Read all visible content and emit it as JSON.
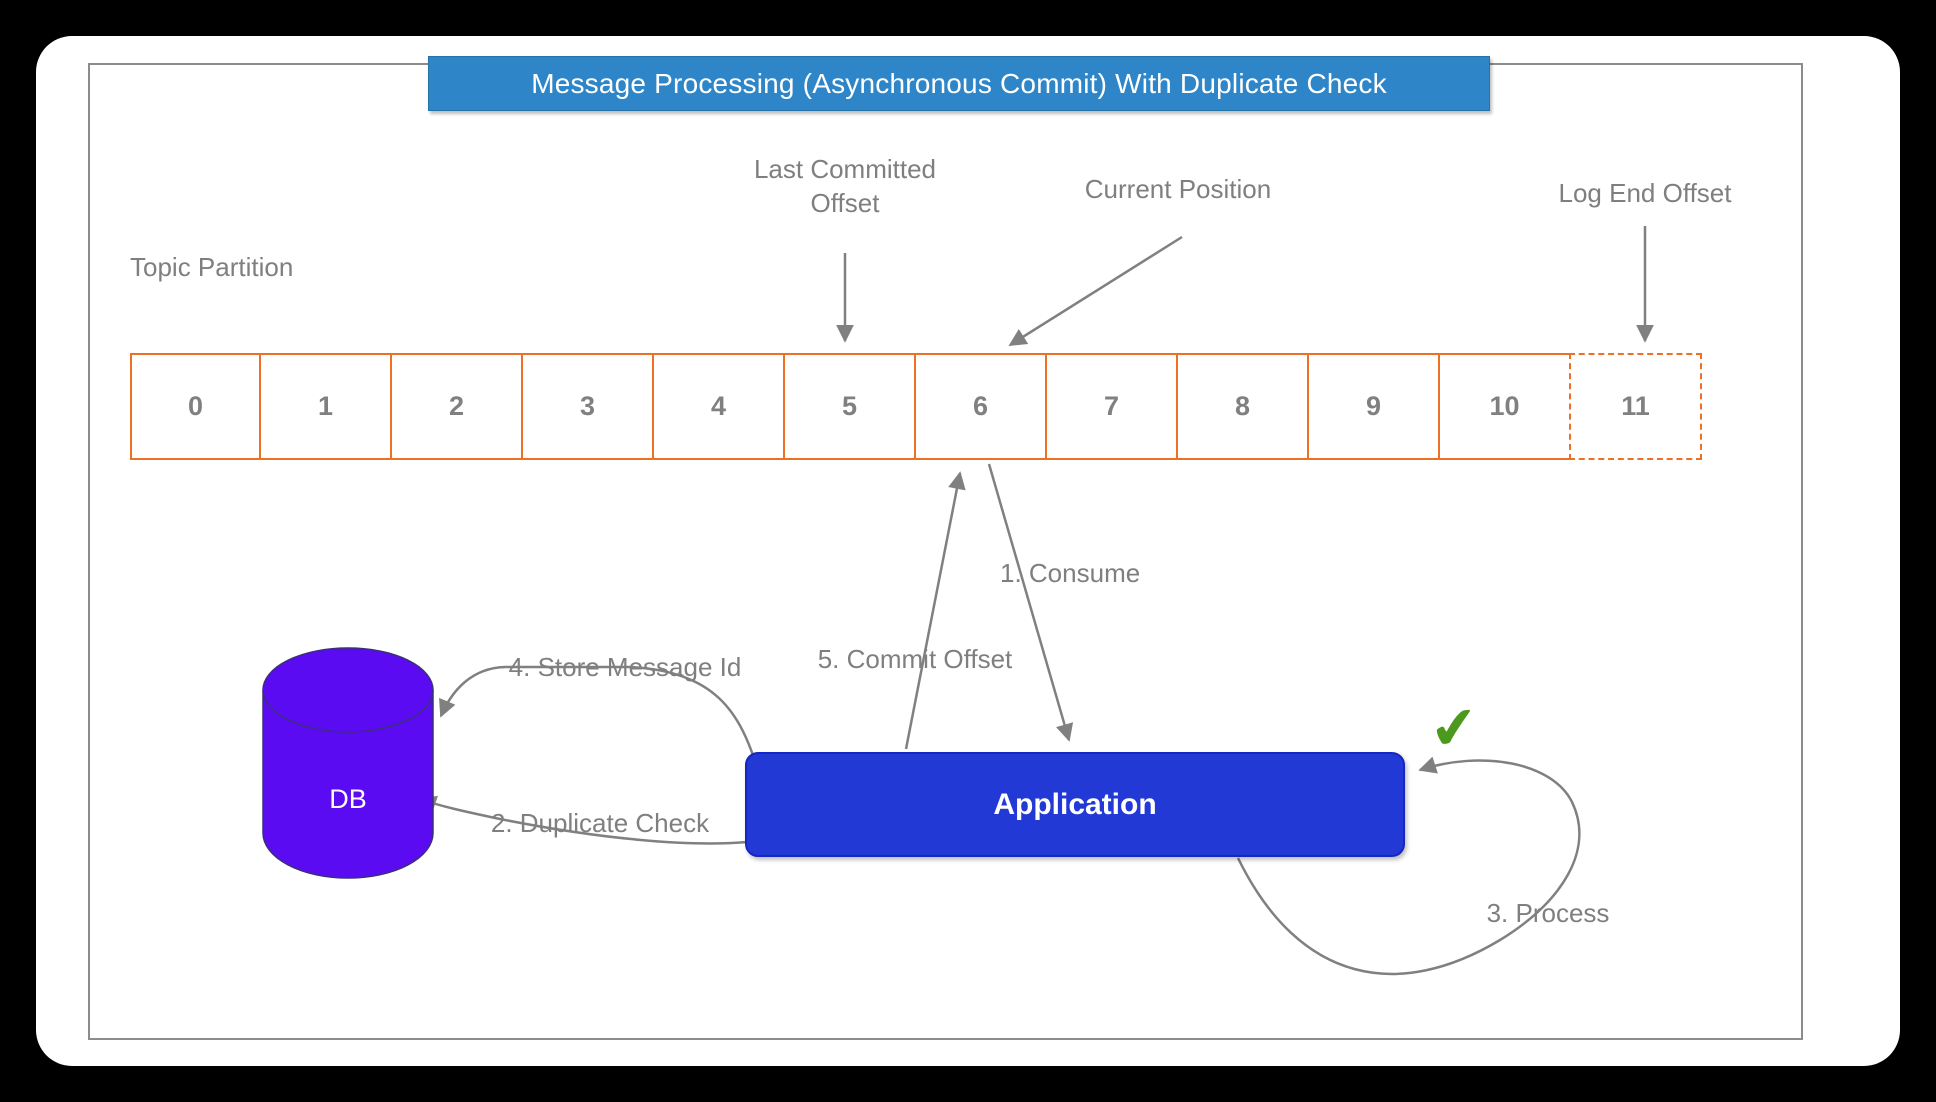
{
  "title": "Message Processing (Asynchronous Commit) With Duplicate Check",
  "topic_partition": {
    "label": "Topic Partition",
    "cells": [
      "0",
      "1",
      "2",
      "3",
      "4",
      "5",
      "6",
      "7",
      "8",
      "9",
      "10",
      "11"
    ]
  },
  "markers": {
    "last_committed_offset": "Last Committed\nOffset",
    "current_position": "Current Position",
    "log_end_offset": "Log End Offset"
  },
  "flow_labels": {
    "consume": "1. Consume",
    "duplicate_check": "2. Duplicate Check",
    "process": "3. Process",
    "store_message_id": "4. Store Message Id",
    "commit_offset": "5. Commit Offset"
  },
  "nodes": {
    "db": "DB",
    "application": "Application"
  },
  "icons": {
    "success_check": "✔"
  },
  "colors": {
    "title_bar_fill": "#2E86C8",
    "partition_border": "#ED7124",
    "application_fill": "#2239D5",
    "db_fill": "#5A0BF2",
    "connector_gray": "#808080",
    "label_gray": "#7F7F7F",
    "check_green": "#4C9A1D"
  }
}
